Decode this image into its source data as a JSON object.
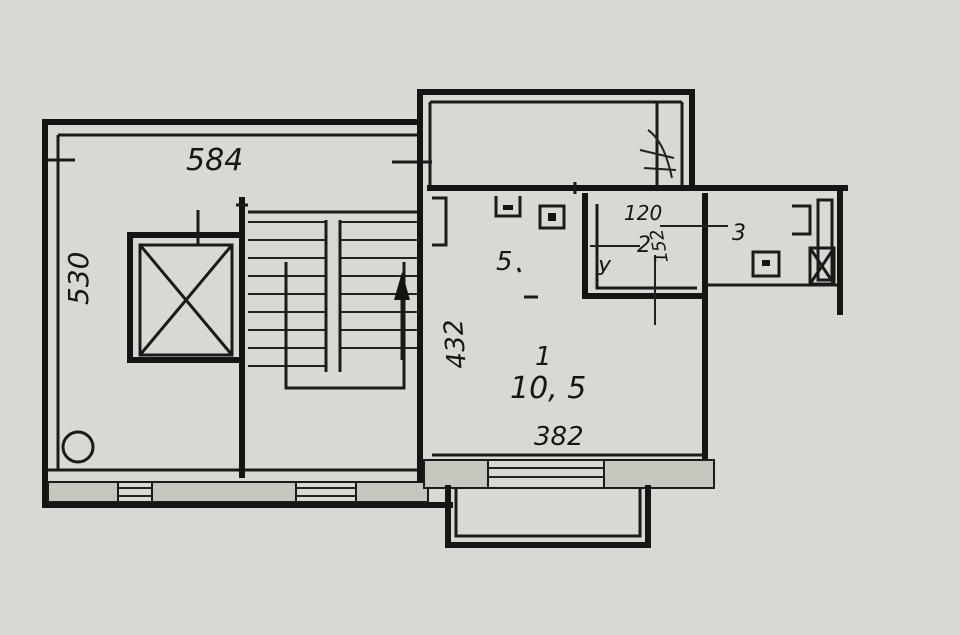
{
  "plan": {
    "dimensions": {
      "stair_width": "584",
      "stair_depth": "530",
      "room_depth": "432",
      "room_width": "382",
      "bath_width": "120"
    },
    "rooms": {
      "room_number": "1",
      "room_area": "10, 5",
      "kitchen_number": "5",
      "bathroom_number": "2",
      "toilet_number": "3",
      "bath_label": "У",
      "bath_dim": "152"
    }
  }
}
